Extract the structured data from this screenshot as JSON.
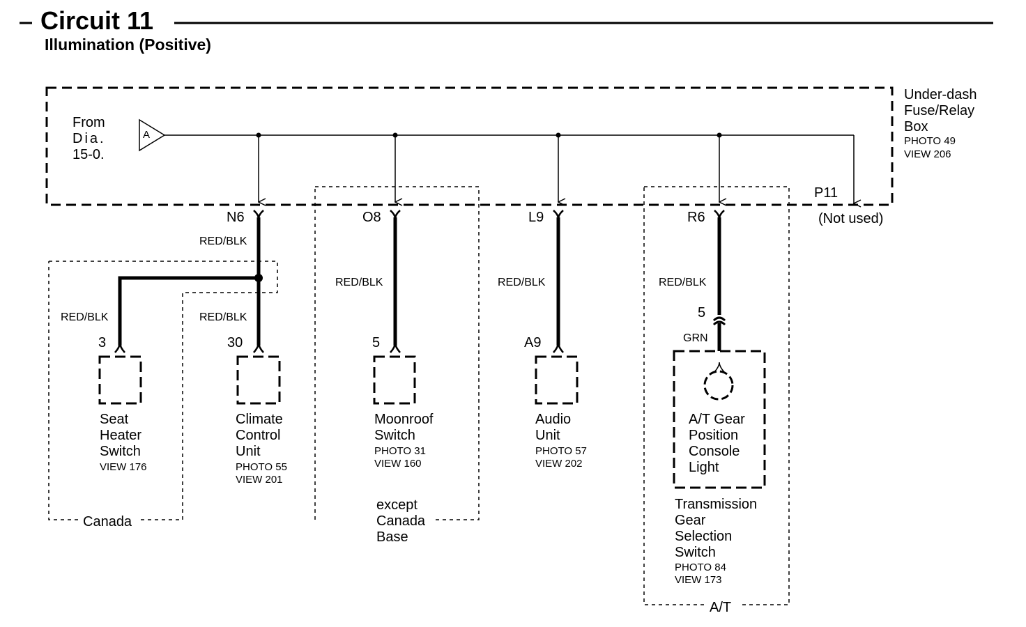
{
  "header": {
    "title": "Circuit 11",
    "subtitle": "Illumination (Positive)"
  },
  "source": {
    "from_lines": [
      "From",
      "Dia.",
      "15-0."
    ],
    "connector_letter": "A"
  },
  "fuse_box": {
    "lines": [
      "Under-dash",
      "Fuse/Relay",
      "Box"
    ],
    "photo": "PHOTO 49",
    "view": "VIEW 206"
  },
  "terminals": {
    "n6": "N6",
    "o8": "O8",
    "l9": "L9",
    "r6": "R6",
    "p11": "P11",
    "p11_note": "(Not used)"
  },
  "wires": {
    "w_n6_top": "RED/BLK",
    "w_seat": "RED/BLK",
    "w_climate": "RED/BLK",
    "w_moonroof": "RED/BLK",
    "w_audio": "RED/BLK",
    "w_at": "RED/BLK",
    "w_grn": "GRN"
  },
  "pins": {
    "seat": "3",
    "climate": "30",
    "moonroof": "5",
    "audio": "A9",
    "at": "5"
  },
  "components": {
    "seat": {
      "lines": [
        "Seat",
        "Heater",
        "Switch"
      ],
      "view": "VIEW 176"
    },
    "climate": {
      "lines": [
        "Climate",
        "Control",
        "Unit"
      ],
      "photo": "PHOTO 55",
      "view": "VIEW 201"
    },
    "moonroof": {
      "lines": [
        "Moonroof",
        "Switch"
      ],
      "photo": "PHOTO 31",
      "view": "VIEW 160"
    },
    "audio": {
      "lines": [
        "Audio",
        "Unit"
      ],
      "photo": "PHOTO 57",
      "view": "VIEW 202"
    },
    "at_light": {
      "lines": [
        "A/T Gear",
        "Position",
        "Console",
        "Light"
      ]
    },
    "tgs": {
      "lines": [
        "Transmission",
        "Gear",
        "Selection",
        "Switch"
      ],
      "photo": "PHOTO 84",
      "view": "VIEW 173"
    }
  },
  "regions": {
    "canada": "Canada",
    "except": [
      "except",
      "Canada",
      "Base"
    ],
    "at": "A/T"
  }
}
